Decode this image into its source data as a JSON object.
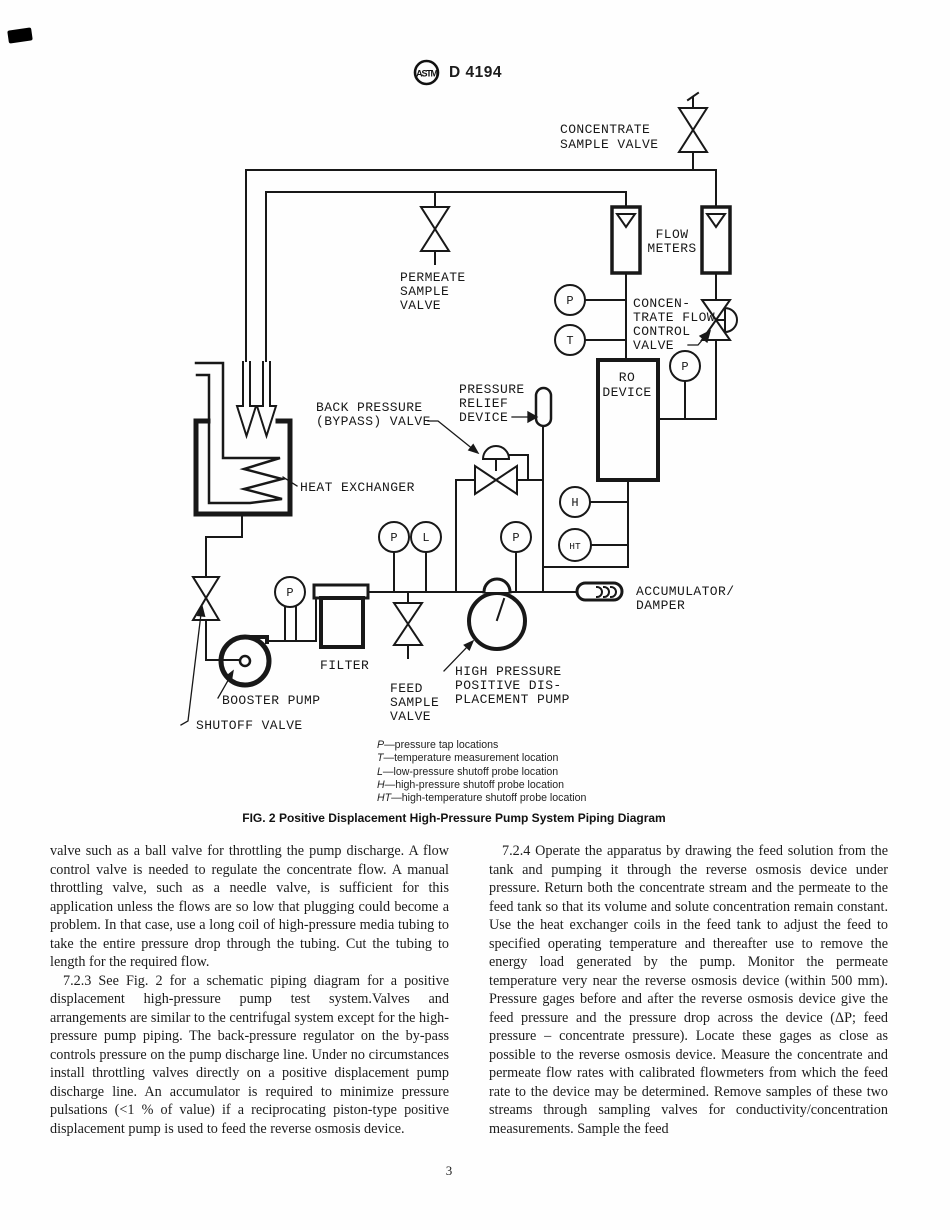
{
  "header": {
    "logo_text": "ASTM",
    "doc_number": "D 4194"
  },
  "diagram": {
    "labels": {
      "concentrate_sample_valve": [
        "CONCENTRATE",
        "SAMPLE VALVE"
      ],
      "flow_meters": [
        "FLOW",
        "METERS"
      ],
      "permeate_sample_valve": [
        "PERMEATE",
        "SAMPLE",
        "VALVE"
      ],
      "concentrate_flow_control_valve": [
        "CONCEN-",
        "TRATE FLOW",
        "CONTROL",
        "VALVE"
      ],
      "ro_device": [
        "RO",
        "DEVICE"
      ],
      "pressure_relief_device": [
        "PRESSURE",
        "RELIEF",
        "DEVICE"
      ],
      "back_pressure_valve": [
        "BACK PRESSURE",
        "(BYPASS) VALVE"
      ],
      "heat_exchanger": "HEAT EXCHANGER",
      "accumulator_damper": [
        "ACCUMULATOR/",
        "DAMPER"
      ],
      "filter": "FILTER",
      "feed_sample_valve": [
        "FEED",
        "SAMPLE",
        "VALVE"
      ],
      "high_pressure_pump": [
        "HIGH PRESSURE",
        "POSITIVE DIS-",
        "PLACEMENT PUMP"
      ],
      "booster_pump": "BOOSTER PUMP",
      "shutoff_valve": "SHUTOFF VALVE",
      "gauge_p": "P",
      "gauge_t": "T",
      "gauge_l": "L",
      "gauge_h": "H",
      "gauge_ht": "HT"
    },
    "legend": [
      {
        "symbol": "P",
        "desc": "—pressure tap locations"
      },
      {
        "symbol": "T",
        "desc": "—temperature measurement location"
      },
      {
        "symbol": "L",
        "desc": "—low-pressure shutoff probe location"
      },
      {
        "symbol": "H",
        "desc": "—high-pressure shutoff probe location"
      },
      {
        "symbol": "HT",
        "desc": "—high-temperature shutoff probe location"
      }
    ],
    "caption": "FIG. 2 Positive Displacement High-Pressure Pump System Piping Diagram"
  },
  "body": {
    "left_column": [
      {
        "indent": false,
        "text": "valve such as a ball valve for throttling the pump discharge. A flow control valve is needed to regulate the concentrate flow. A manual throttling valve, such as a needle valve, is sufficient for this application unless the flows are so low that plugging could become a problem. In that case, use a long coil of high-pressure media tubing to take the entire pressure drop through the tubing. Cut the tubing to length for the required flow."
      },
      {
        "indent": true,
        "text": "7.2.3 See Fig. 2 for a schematic piping diagram for a positive displacement high-pressure pump test system.Valves and arrangements are similar to the centrifugal system except for the high-pressure pump piping. The back-pressure regulator on the by-pass controls pressure on the pump discharge line. Under no circumstances install throttling valves directly on a positive displacement pump discharge line. An accumulator is required to minimize pressure pulsations (<1 % of value) if a reciprocating piston-type positive displacement pump is used to feed the reverse osmosis device."
      }
    ],
    "right_column": [
      {
        "indent": true,
        "text": "7.2.4 Operate the apparatus by drawing the feed solution from the tank and pumping it through the reverse osmosis device under pressure. Return both the concentrate stream and the permeate to the feed tank so that its volume and solute concentration remain constant. Use the heat exchanger coils in the feed tank to adjust the feed to specified operating temperature and thereafter use to remove the energy load generated by the pump. Monitor the permeate temperature very near the reverse osmosis device (within 500 mm). Pressure gages before and after the reverse osmosis device give the feed pressure and the pressure drop across the device (ΔP; feed pressure – concentrate pressure). Locate these gages as close as possible to the reverse osmosis device. Measure the concentrate and permeate flow rates with calibrated flowmeters from which the feed rate to the device may be determined. Remove samples of these two streams through sampling valves for conductivity/concentration measurements. Sample the feed"
      }
    ]
  },
  "footer": {
    "page_number": "3"
  }
}
